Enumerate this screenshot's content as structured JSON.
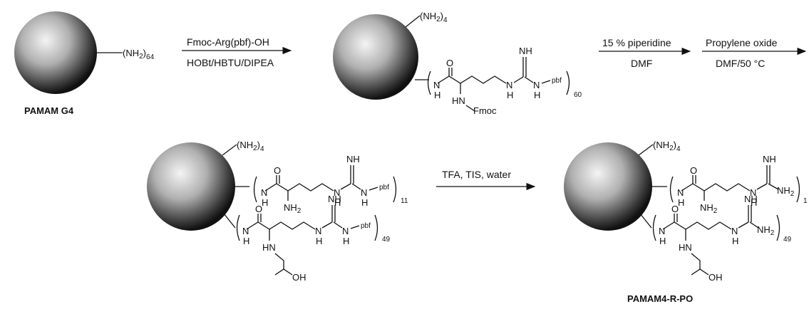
{
  "labels": {
    "pamam_g4": "PAMAM G4",
    "product": "PAMAM4-R-PO",
    "nh2": "(NH",
    "nh2_close": ")",
    "sub_64": "64",
    "sub_4": "4",
    "sub_2": "2",
    "count_60": "60",
    "count_11": "11",
    "count_49": "49",
    "count_11_cut": "1",
    "O": "O",
    "NH": "NH",
    "N": "N",
    "H": "H",
    "HN": "HN",
    "NH2": "NH",
    "pbf": "pbf",
    "Fmoc": "Fmoc",
    "OH": "OH"
  },
  "steps": {
    "step1_top": "Fmoc-Arg(pbf)-OH",
    "step1_bottom": "HOBt/HBTU/DIPEA",
    "step2_top": "15 % piperidine",
    "step2_bottom": "DMF",
    "step3_top": "Propylene oxide",
    "step3_bottom": "DMF/50 °C",
    "step4_top": "TFA, TIS, water"
  }
}
